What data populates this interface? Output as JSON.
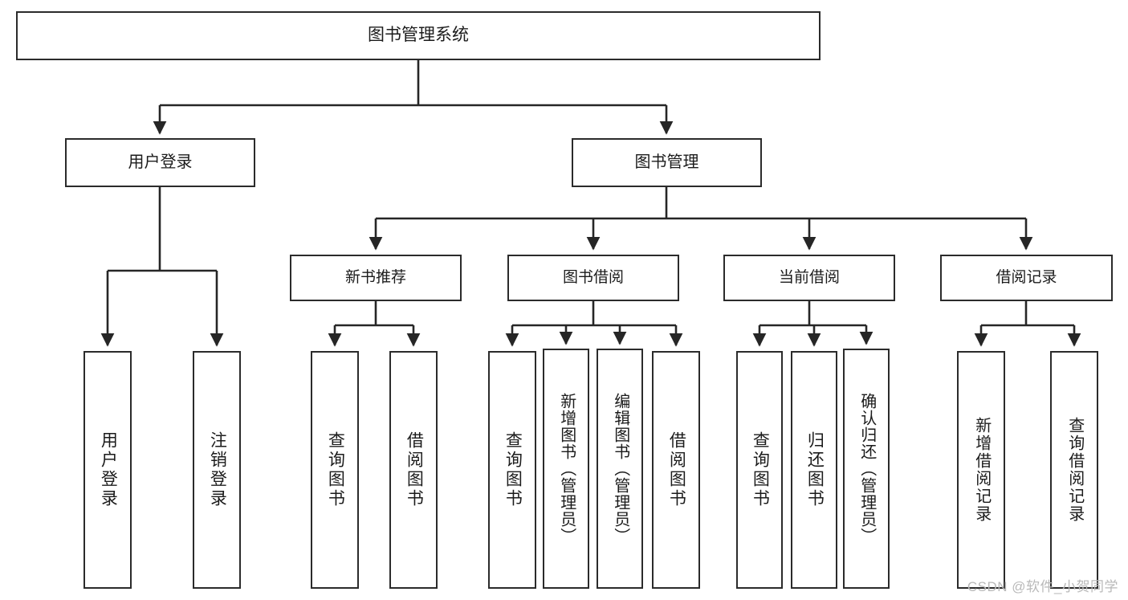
{
  "diagram": {
    "title": "图书管理系统",
    "type": "tree",
    "watermark": "CSDN @软件_小贺同学",
    "colors": {
      "box_border": "#2b2b2b",
      "box_fill": "#ffffff",
      "line": "#262626",
      "text": "#1b1b1b",
      "watermark": "#b9b9b9"
    },
    "nodes": {
      "root": {
        "label": "图书管理系统"
      },
      "level1": [
        {
          "id": "user-login",
          "label": "用户登录"
        },
        {
          "id": "book-manage",
          "label": "图书管理"
        }
      ],
      "level2": [
        {
          "id": "new-book-rec",
          "label": "新书推荐"
        },
        {
          "id": "book-borrow",
          "label": "图书借阅"
        },
        {
          "id": "current-borrow",
          "label": "当前借阅"
        },
        {
          "id": "borrow-record",
          "label": "借阅记录"
        }
      ],
      "leaves": {
        "user-login": [
          {
            "id": "leaf-user-login",
            "label": "用户登录"
          },
          {
            "id": "leaf-logout",
            "label": "注销登录"
          }
        ],
        "new-book-rec": [
          {
            "id": "leaf-query-book-1",
            "label": "查询图书"
          },
          {
            "id": "leaf-borrow-book-1",
            "label": "借阅图书"
          }
        ],
        "book-borrow": [
          {
            "id": "leaf-query-book-2",
            "label": "查询图书"
          },
          {
            "id": "leaf-add-book",
            "label": "新增图书（管理员）"
          },
          {
            "id": "leaf-edit-book",
            "label": "编辑图书（管理员）"
          },
          {
            "id": "leaf-borrow-book-2",
            "label": "借阅图书"
          }
        ],
        "current-borrow": [
          {
            "id": "leaf-query-book-3",
            "label": "查询图书"
          },
          {
            "id": "leaf-return-book",
            "label": "归还图书"
          },
          {
            "id": "leaf-confirm-return",
            "label": "确认归还（管理员）"
          }
        ],
        "borrow-record": [
          {
            "id": "leaf-add-record",
            "label": "新增借阅记录"
          },
          {
            "id": "leaf-query-record",
            "label": "查询借阅记录"
          }
        ]
      }
    }
  }
}
